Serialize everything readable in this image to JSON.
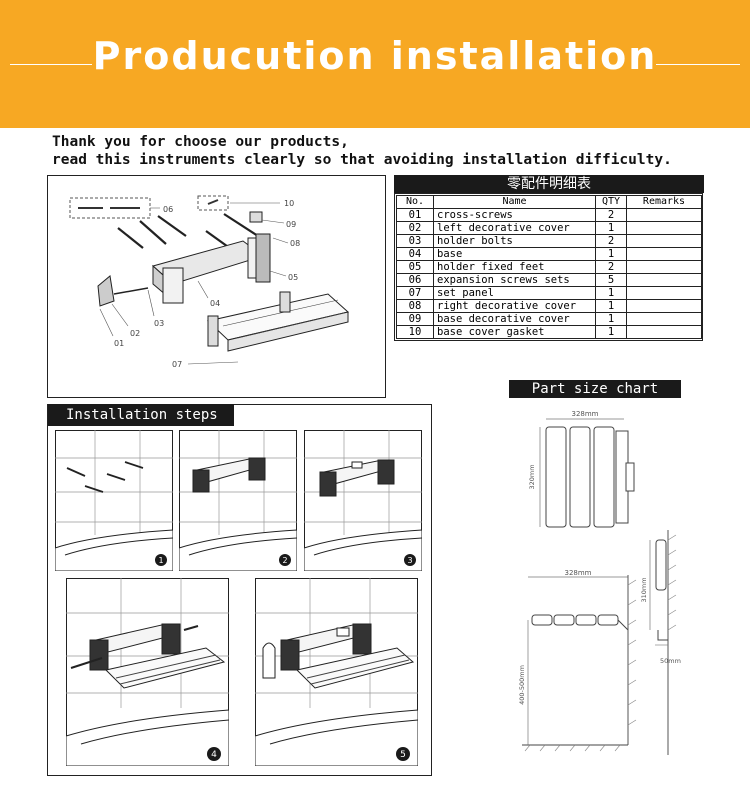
{
  "banner": {
    "title": "Producution  installation"
  },
  "intro": {
    "line1": "Thank you for choose our products,",
    "line2": "read this instruments clearly so that avoiding installation difficulty."
  },
  "parts_table": {
    "title": "零配件明细表",
    "headers": [
      "No.",
      "Name",
      "QTY",
      "Remarks"
    ],
    "rows": [
      {
        "no": "01",
        "name": "cross-screws",
        "qty": "2",
        "remarks": ""
      },
      {
        "no": "02",
        "name": "left decorative cover",
        "qty": "1",
        "remarks": ""
      },
      {
        "no": "03",
        "name": "holder bolts",
        "qty": "2",
        "remarks": ""
      },
      {
        "no": "04",
        "name": "base",
        "qty": "1",
        "remarks": ""
      },
      {
        "no": "05",
        "name": "holder fixed feet",
        "qty": "2",
        "remarks": ""
      },
      {
        "no": "06",
        "name": "expansion screws sets",
        "qty": "5",
        "remarks": ""
      },
      {
        "no": "07",
        "name": "set panel",
        "qty": "1",
        "remarks": ""
      },
      {
        "no": "08",
        "name": "right decorative cover",
        "qty": "1",
        "remarks": ""
      },
      {
        "no": "09",
        "name": "base decorative cover",
        "qty": "1",
        "remarks": ""
      },
      {
        "no": "10",
        "name": "base cover gasket",
        "qty": "1",
        "remarks": ""
      }
    ]
  },
  "exploded_labels": [
    "06",
    "10",
    "09",
    "08",
    "05",
    "04",
    "03",
    "02",
    "01",
    "07"
  ],
  "installation": {
    "title": "Installation steps",
    "steps": [
      "1",
      "2",
      "3",
      "4",
      "5"
    ]
  },
  "size_chart": {
    "title": "Part size chart",
    "dims": {
      "width_top": "328mm",
      "height_left": "320mm",
      "width_side": "328mm",
      "depth": "310mm",
      "wall_gap": "50mm",
      "mount_height": "400-500mm"
    }
  }
}
